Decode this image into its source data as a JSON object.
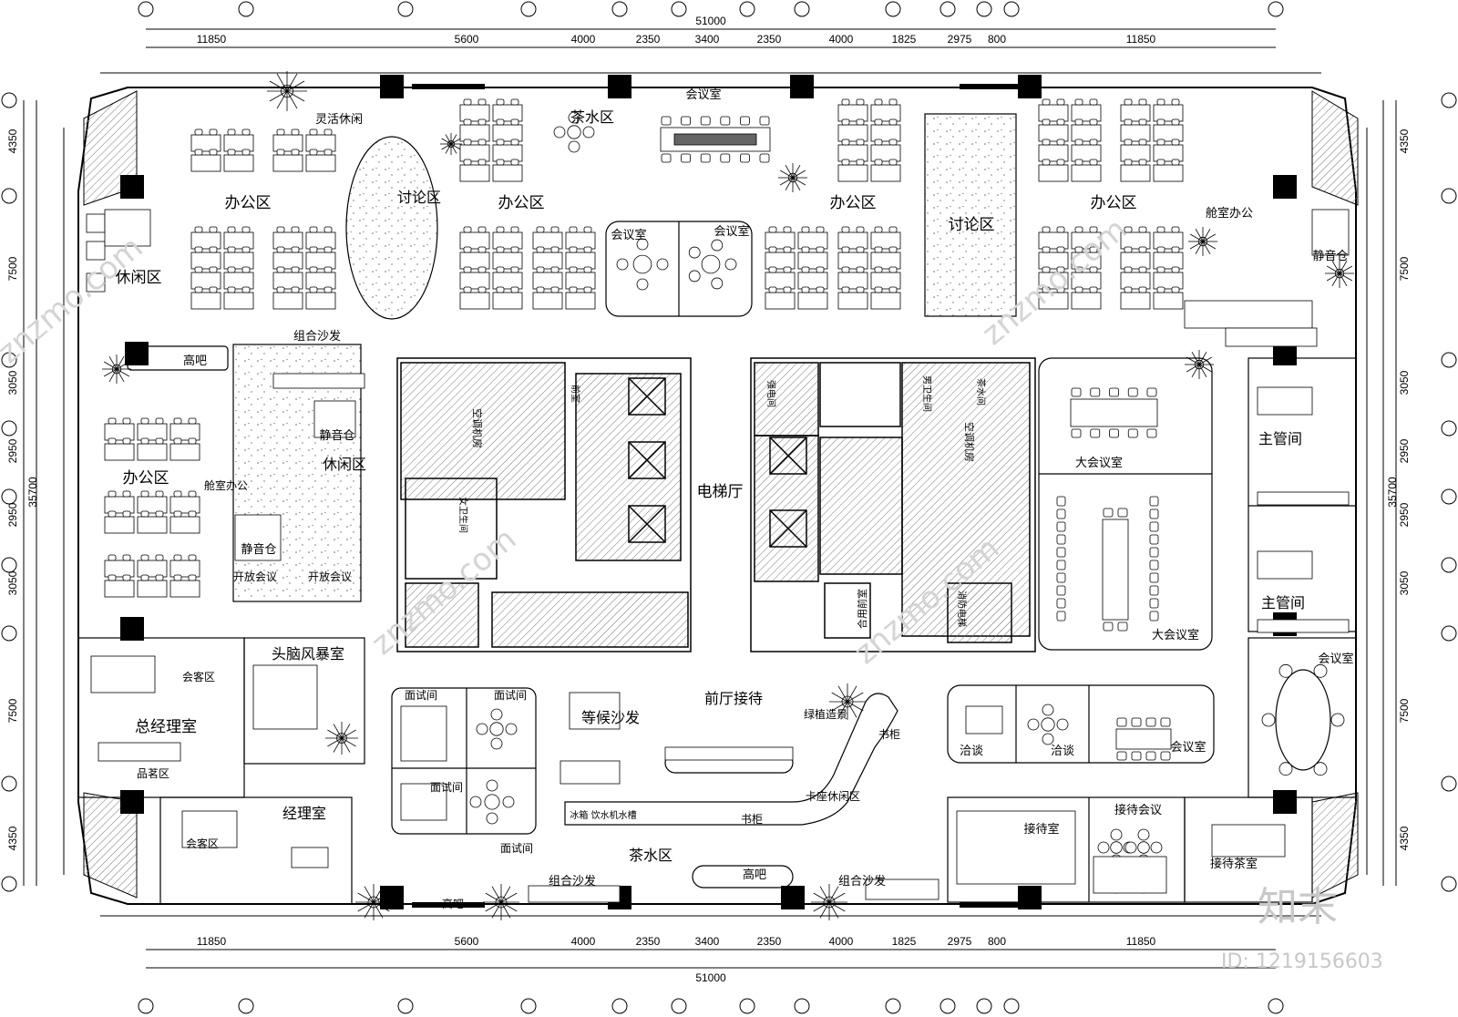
{
  "dimensions": {
    "total": "51000",
    "top_segments": [
      "11850",
      "5600",
      "4000",
      "2350",
      "3400",
      "2350",
      "4000",
      "1825",
      "2975",
      "800",
      "11850"
    ],
    "side_total": "35700",
    "side_segments": [
      "4350",
      "7500",
      "3050",
      "2950",
      "2950",
      "3050",
      "7500",
      "4350"
    ]
  },
  "rooms": {
    "flex_lounge": "灵活休闲",
    "discussion_a": "讨论区",
    "office_a": "办公区",
    "tea_area_top": "茶水区",
    "meeting_top": "会议室",
    "office_b": "办公区",
    "meeting_small_a": "会议室",
    "meeting_small_b": "会议室",
    "office_c": "办公区",
    "discussion_b": "讨论区",
    "office_d": "办公区",
    "pod_office_right": "舱室办公",
    "quiet_pod_right": "静音仓",
    "lounge_left": "休闲区",
    "combo_sofa_top": "组合沙发",
    "bar_left": "高吧",
    "quiet_pod_a": "静音仓",
    "lounge_mid": "休闲区",
    "office_left": "办公区",
    "pod_office_left": "舱室办公",
    "quiet_pod_b": "静音仓",
    "open_meeting_a": "开放会议",
    "open_meeting_b": "开放会议",
    "elevator_hall": "电梯厅",
    "big_meeting_a": "大会议室",
    "big_meeting_b": "大会议室",
    "manager_a": "主管间",
    "manager_b": "主管间",
    "meeting_right": "会议室",
    "brainstorm": "头脑风暴室",
    "guest_area_a": "会客区",
    "gm_office": "总经理室",
    "tea_tasting": "品茗区",
    "interview_a": "面试间",
    "interview_b": "面试间",
    "interview_c": "面试间",
    "interview_d": "面试间",
    "waiting_sofa": "等候沙发",
    "front_reception": "前厅接待",
    "green_feature": "绿植造景",
    "bookcase_a": "书柜",
    "booth_lounge": "卡座休闲区",
    "bookcase_b": "书柜",
    "negotiation_a": "洽谈",
    "negotiation_b": "洽谈",
    "meeting_small_c": "会议室",
    "fridge_row": "冰箱  饮水机水槽",
    "guest_area_b": "会客区",
    "manager_office": "经理室",
    "tea_area_bottom": "茶水区",
    "bar_center": "高吧",
    "combo_sofa_a": "组合沙发",
    "bar_bottom": "高吧",
    "combo_sofa_b": "组合沙发",
    "reception_room": "接待室",
    "reception_meeting": "接待会议",
    "reception_tea": "接待茶室"
  },
  "core_labels": {
    "ac_room_a": "空调机房",
    "front_room_a": "前室",
    "female_wc": "女卫生间",
    "ac_room_b": "空调机房",
    "male_wc": "男卫生间",
    "tea_room_core": "茶水间",
    "power_room": "强电间",
    "shared_front_room": "合用前室",
    "fire_elevator": "消防电梯"
  },
  "watermark": {
    "brand": "知末",
    "id": "ID: 1219156603",
    "site": "znzmo.com"
  },
  "colors": {
    "line": "#000000",
    "hatch": "#888888",
    "watermark": "#c8c8c8"
  }
}
